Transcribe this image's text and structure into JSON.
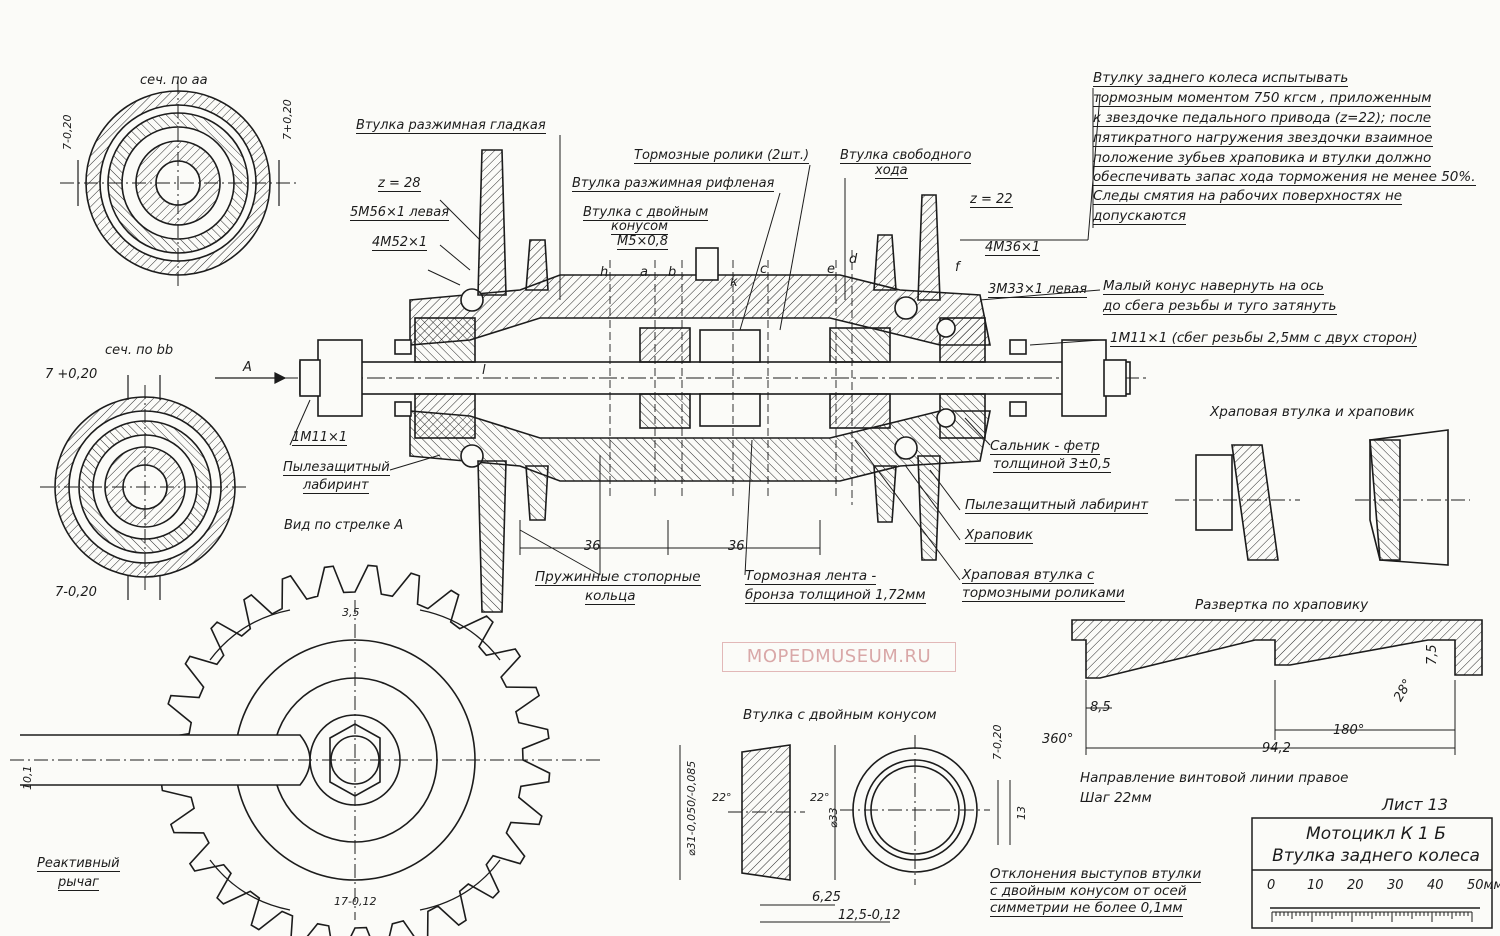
{
  "sheet": {
    "sheet_number": "Лист 13",
    "title_line1": "Мотоцикл К 1 Б",
    "title_line2": "Втулка заднего колеса",
    "watermark": "MOPEDMUSEUM.RU",
    "scale_labels": [
      "0",
      "10",
      "20",
      "30",
      "40",
      "50мм"
    ]
  },
  "spec_note": [
    "Втулку заднего колеса испытывать",
    "тормозным моментом    750 кгсм , приложенным",
    "к звездочке педального привода (z=22); после",
    "пятикратного нагружения звездочки взаимное",
    "положение зубьев храповика и втулки должно",
    "обеспечивать запас хода торможения не менее 50%.",
    "Следы смятия на рабочих поверхностях не",
    "допускаются"
  ],
  "sections": {
    "aa": {
      "title": "сеч. по аа",
      "dim_left": "7-0,20",
      "dim_right": "7+0,20"
    },
    "bb": {
      "title": "сеч. по bb",
      "dim_top": "7 +0,20",
      "dim_bottom": "7-0,20"
    }
  },
  "main_labels": {
    "smooth_sleeve": "Втулка разжимная гладкая",
    "brake_rollers": "Тормозные ролики (2шт.)",
    "ribbed_sleeve": "Втулка разжимная рифленая",
    "free_sleeve_1": "Втулка свободного",
    "free_sleeve_2": "хода",
    "double_cone_1": "Втулка с двойным",
    "double_cone_2": "конусом",
    "m5": "М5×0,8",
    "z28": "z = 28",
    "z22": "z = 22",
    "m56": "5М56×1 левая",
    "m52": "4М52×1",
    "m36": "4М36×1",
    "m33": "3М33×1 левая",
    "small_cone_1": "Малый конус навернуть на ось",
    "small_cone_2": "до сбега резьбы и туго затянуть",
    "m11_right": "1М11×1 (сбег резьбы 2,5мм с двух сторон)",
    "m11_left": "1М11×1",
    "arrow_a": "А",
    "dust_left_1": "Пылезащитный",
    "dust_left_2": "лабиринт",
    "seal_1": "Сальник - фетр",
    "seal_2": "толщиной 3±0,5",
    "dust_right": "Пылезащитный лабиринт",
    "ratchet": "Храповик",
    "ratchet_sleeve_1": "Храповая втулка с",
    "ratchet_sleeve_2": "тормозными роликами",
    "spring_rings_1": "Пружинные стопорные",
    "spring_rings_2": "кольца",
    "brake_band_1": "Тормозная лента -",
    "brake_band_2": "бронза толщиной 1,72мм",
    "dim_36a": "36",
    "dim_36b": "36",
    "view_a": "Вид по стрелке А",
    "reaction_lever_1": "Реактивный",
    "reaction_lever_2": "рычаг",
    "dim_35": "3,5",
    "dim_101": "10,1",
    "dim_17": "17-0,12"
  },
  "section_letters": [
    "h",
    "a",
    "b",
    "к",
    "c",
    "e",
    "d",
    "f",
    "l"
  ],
  "ratchet_view": {
    "title": "Храповая втулка и храповик",
    "unfold_title": "Развертка по храповику",
    "dim_85": "8,5",
    "dim_360": "360°",
    "dim_180": "180°",
    "dim_942": "94,2",
    "dim_28": "28°",
    "dim_75": "7,5",
    "helix": "Направление винтовой линии правое",
    "pitch": "Шаг 22мм"
  },
  "double_cone_view": {
    "title": "Втулка с двойным конусом",
    "dim_31": "⌀31-0,050/-0,085",
    "dim_33": "⌀33",
    "dim_22l": "22°",
    "dim_22r": "22°",
    "dim_7": "7-0,20",
    "dim_13": "13",
    "dim_625": "6,25",
    "dim_125": "12,5-0,12",
    "note_1": "Отклонения выступов втулки",
    "note_2": "с двойным конусом  от осей",
    "note_3": "симметрии не более  0,1мм"
  }
}
